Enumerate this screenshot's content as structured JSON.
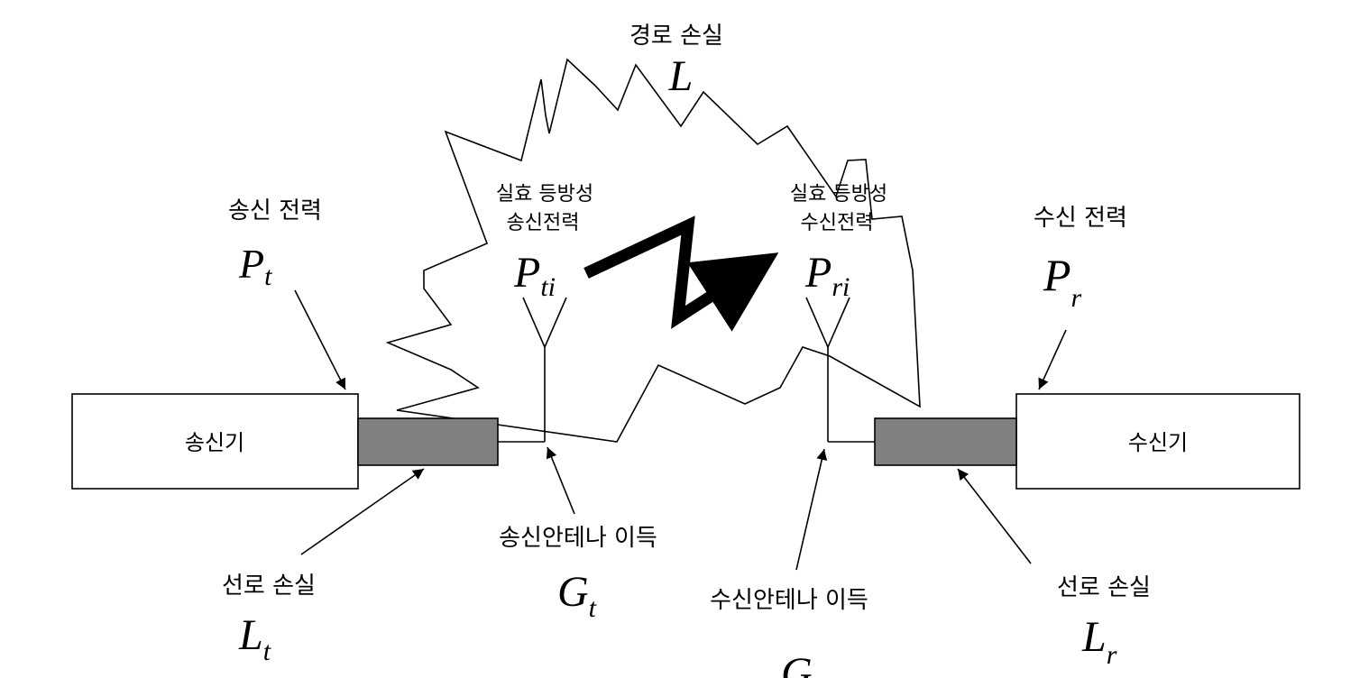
{
  "path_loss": {
    "label": "경로 손실",
    "symbol": "L"
  },
  "tx_power": {
    "label": "송신 전력",
    "symbol": "P",
    "sub": "t"
  },
  "rx_power": {
    "label": "수신 전력",
    "symbol": "P",
    "sub": "r"
  },
  "eirp_tx": {
    "label_line1": "실효 등방성",
    "label_line2": "송신전력",
    "symbol": "P",
    "sub": "ti"
  },
  "eirp_rx": {
    "label_line1": "실효 등방성",
    "label_line2": "수신전력",
    "symbol": "P",
    "sub": "ri"
  },
  "transmitter": {
    "label": "송신기"
  },
  "receiver": {
    "label": "수신기"
  },
  "tx_antenna_gain": {
    "label": "송신안테나 이득",
    "symbol": "G",
    "sub": "t"
  },
  "rx_antenna_gain": {
    "label": "수신안테나 이득",
    "symbol": "G"
  },
  "tx_line_loss": {
    "label": "선로 손실",
    "symbol": "L",
    "sub": "t"
  },
  "rx_line_loss": {
    "label": "선로 손실",
    "symbol": "L",
    "sub": "r"
  },
  "colors": {
    "line": "#000000",
    "cable": "#808080",
    "box": "#ffffff"
  }
}
